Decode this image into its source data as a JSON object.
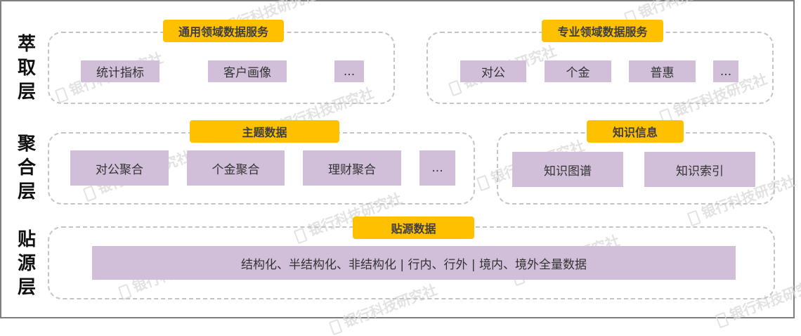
{
  "layers": {
    "extract": "萃取层",
    "aggregate": "聚合层",
    "source": "贴源层"
  },
  "extract": {
    "general_title": "通用领域数据服务",
    "general_items": [
      "统计指标",
      "客户画像",
      "..."
    ],
    "special_title": "专业领域数据服务",
    "special_items": [
      "对公",
      "个金",
      "普惠",
      "..."
    ]
  },
  "aggregate": {
    "theme_title": "主题数据",
    "theme_items": [
      "对公聚合",
      "个金聚合",
      "理财聚合",
      "..."
    ],
    "knowledge_title": "知识信息",
    "knowledge_items": [
      "知识图谱",
      "知识索引"
    ]
  },
  "source": {
    "title": "贴源数据",
    "content": "结构化、半结构化、非结构化 | 行内、行外 | 境内、境外全量数据"
  },
  "watermark": "银行科技研究社",
  "colors": {
    "tag": "#ffc000",
    "box": "#d1bfd9",
    "dashed_border": "#c4c4c4",
    "frame": "#7f7f7f"
  }
}
